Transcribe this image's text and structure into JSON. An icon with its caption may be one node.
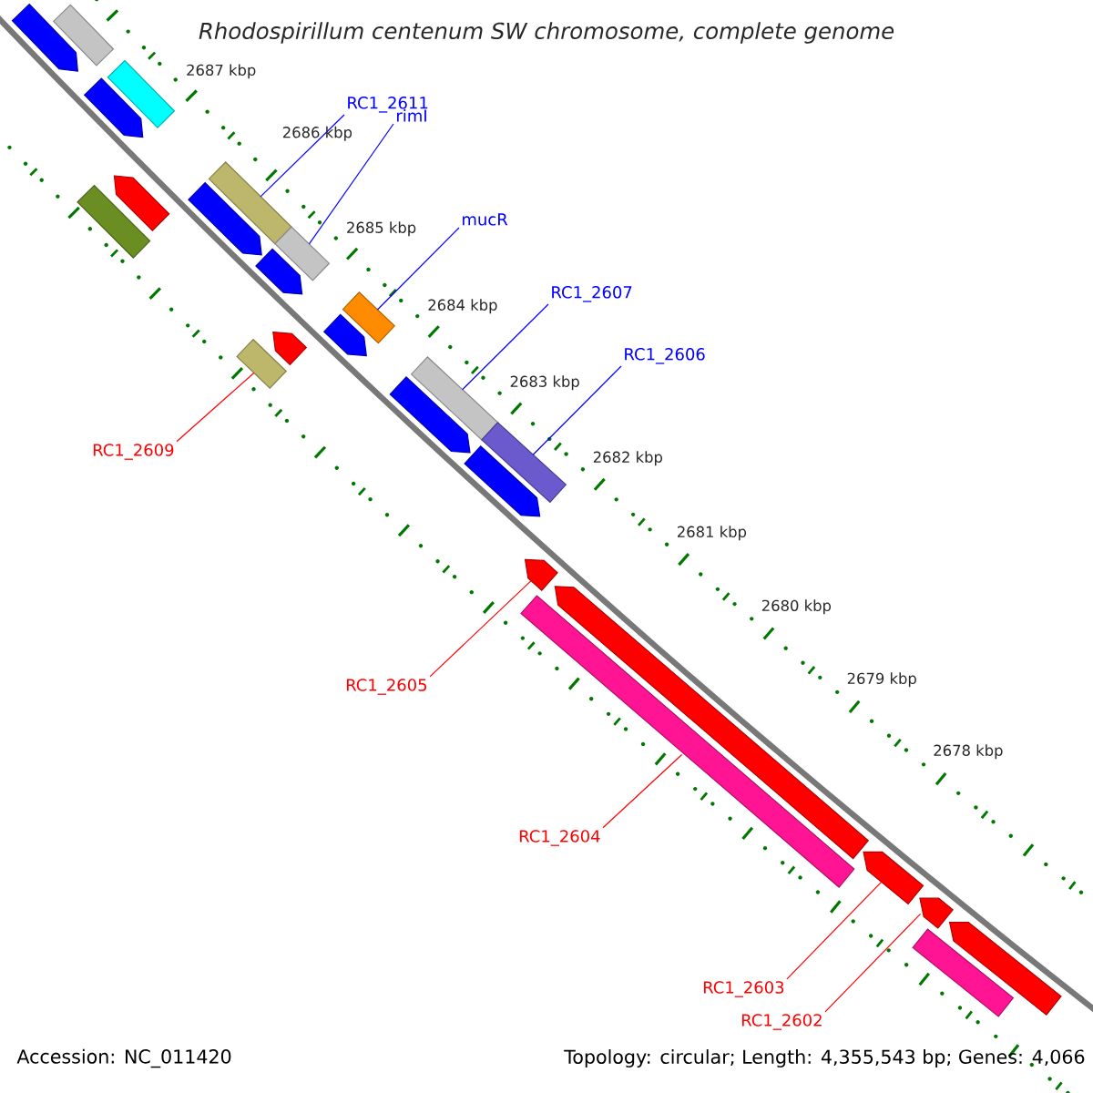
{
  "diagram": {
    "title": "Rhodospirillum centenum SW chromosome, complete genome",
    "nodes": [
      {
        "text": [
          "RC1_2611"
        ]
      },
      {
        "text": [
          "rimI"
        ]
      },
      {
        "text": [
          "mucR"
        ]
      },
      {
        "text": [
          "RC1_2607"
        ]
      },
      {
        "text": [
          "RC1_2606"
        ]
      },
      {
        "text": [
          "RC1_2609"
        ]
      },
      {
        "text": [
          "RC1_2605"
        ]
      },
      {
        "text": [
          "RC1_2604"
        ]
      },
      {
        "text": [
          "RC1_2603"
        ]
      },
      {
        "text": [
          "RC1_2602"
        ]
      },
      {
        "text": [],
        "shape": "bar"
      },
      {
        "text": [],
        "shape": "arrow"
      },
      {
        "text": [],
        "shape": "arrow"
      },
      {
        "text": [],
        "shape": "bar"
      },
      {
        "text": [],
        "shape": "bar"
      },
      {
        "text": [],
        "shape": "arrow"
      },
      {
        "text": [],
        "shape": "bar"
      },
      {
        "text": [],
        "shape": "arrow"
      },
      {
        "text": [],
        "shape": "bar"
      },
      {
        "text": [],
        "shape": "arrow"
      },
      {
        "text": [],
        "shape": "bar"
      },
      {
        "text": [],
        "shape": "arrow"
      },
      {
        "text": [],
        "shape": "bar"
      },
      {
        "text": [],
        "shape": "arrow"
      },
      {
        "text": [],
        "shape": "arrow"
      },
      {
        "text": [],
        "shape": "bar"
      },
      {
        "text": [],
        "shape": "bar"
      },
      {
        "text": [],
        "shape": "arrow"
      },
      {
        "text": [],
        "shape": "arrow"
      },
      {
        "text": [],
        "shape": "bar"
      },
      {
        "text": [],
        "shape": "arrow"
      },
      {
        "text": [],
        "shape": "arrow"
      },
      {
        "text": [],
        "shape": "arrow"
      },
      {
        "text": [],
        "shape": "bar"
      },
      {
        "text": [],
        "shape": "arrow"
      }
    ],
    "edges": [
      {
        "from": 0,
        "to": 16,
        "arrow": "none",
        "color": "#0000ff"
      },
      {
        "from": 1,
        "to": 18,
        "arrow": "none",
        "color": "#0000ff"
      },
      {
        "from": 2,
        "to": 22,
        "arrow": "none",
        "color": "#0000ff"
      },
      {
        "from": 3,
        "to": 25,
        "arrow": "none",
        "color": "#0000ff"
      },
      {
        "from": 4,
        "to": 26,
        "arrow": "none",
        "color": "#0000ff"
      },
      {
        "from": 5,
        "to": 20,
        "arrow": "none",
        "color": "#ff0000"
      },
      {
        "from": 6,
        "to": 28,
        "arrow": "none",
        "color": "#ff0000"
      },
      {
        "from": 7,
        "to": 29,
        "arrow": "none",
        "color": "#ff0000"
      },
      {
        "from": 8,
        "to": 31,
        "arrow": "none",
        "color": "#ff0000"
      },
      {
        "from": 9,
        "to": 32,
        "arrow": "none",
        "color": "#ff0000"
      }
    ],
    "labels": [
      "2687 kbp",
      "2686 kbp",
      "2685 kbp",
      "2684 kbp",
      "2683 kbp",
      "2682 kbp",
      "2681 kbp",
      "2680 kbp",
      "2679 kbp",
      "2678 kbp",
      "Accession: NC_011420",
      "Topology: circular; Length: 4,355,543 bp; Genes: 4,066"
    ]
  }
}
